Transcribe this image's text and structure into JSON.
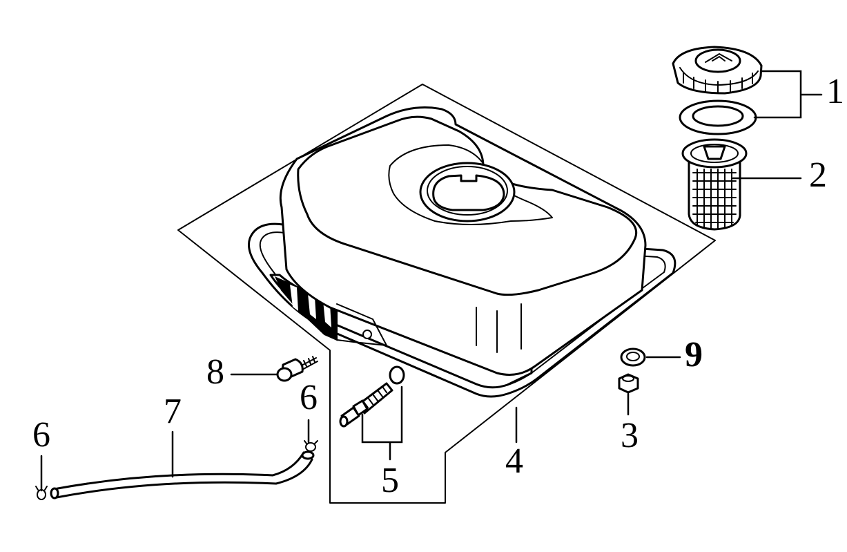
{
  "labels": {
    "cap_seal_group": "1",
    "filter": "2",
    "nut": "3",
    "tank_assembly": "4",
    "valve_group": "5",
    "clip_left": "6",
    "clip_right": "6",
    "hose": "7",
    "bolt": "8",
    "washer": "9"
  }
}
